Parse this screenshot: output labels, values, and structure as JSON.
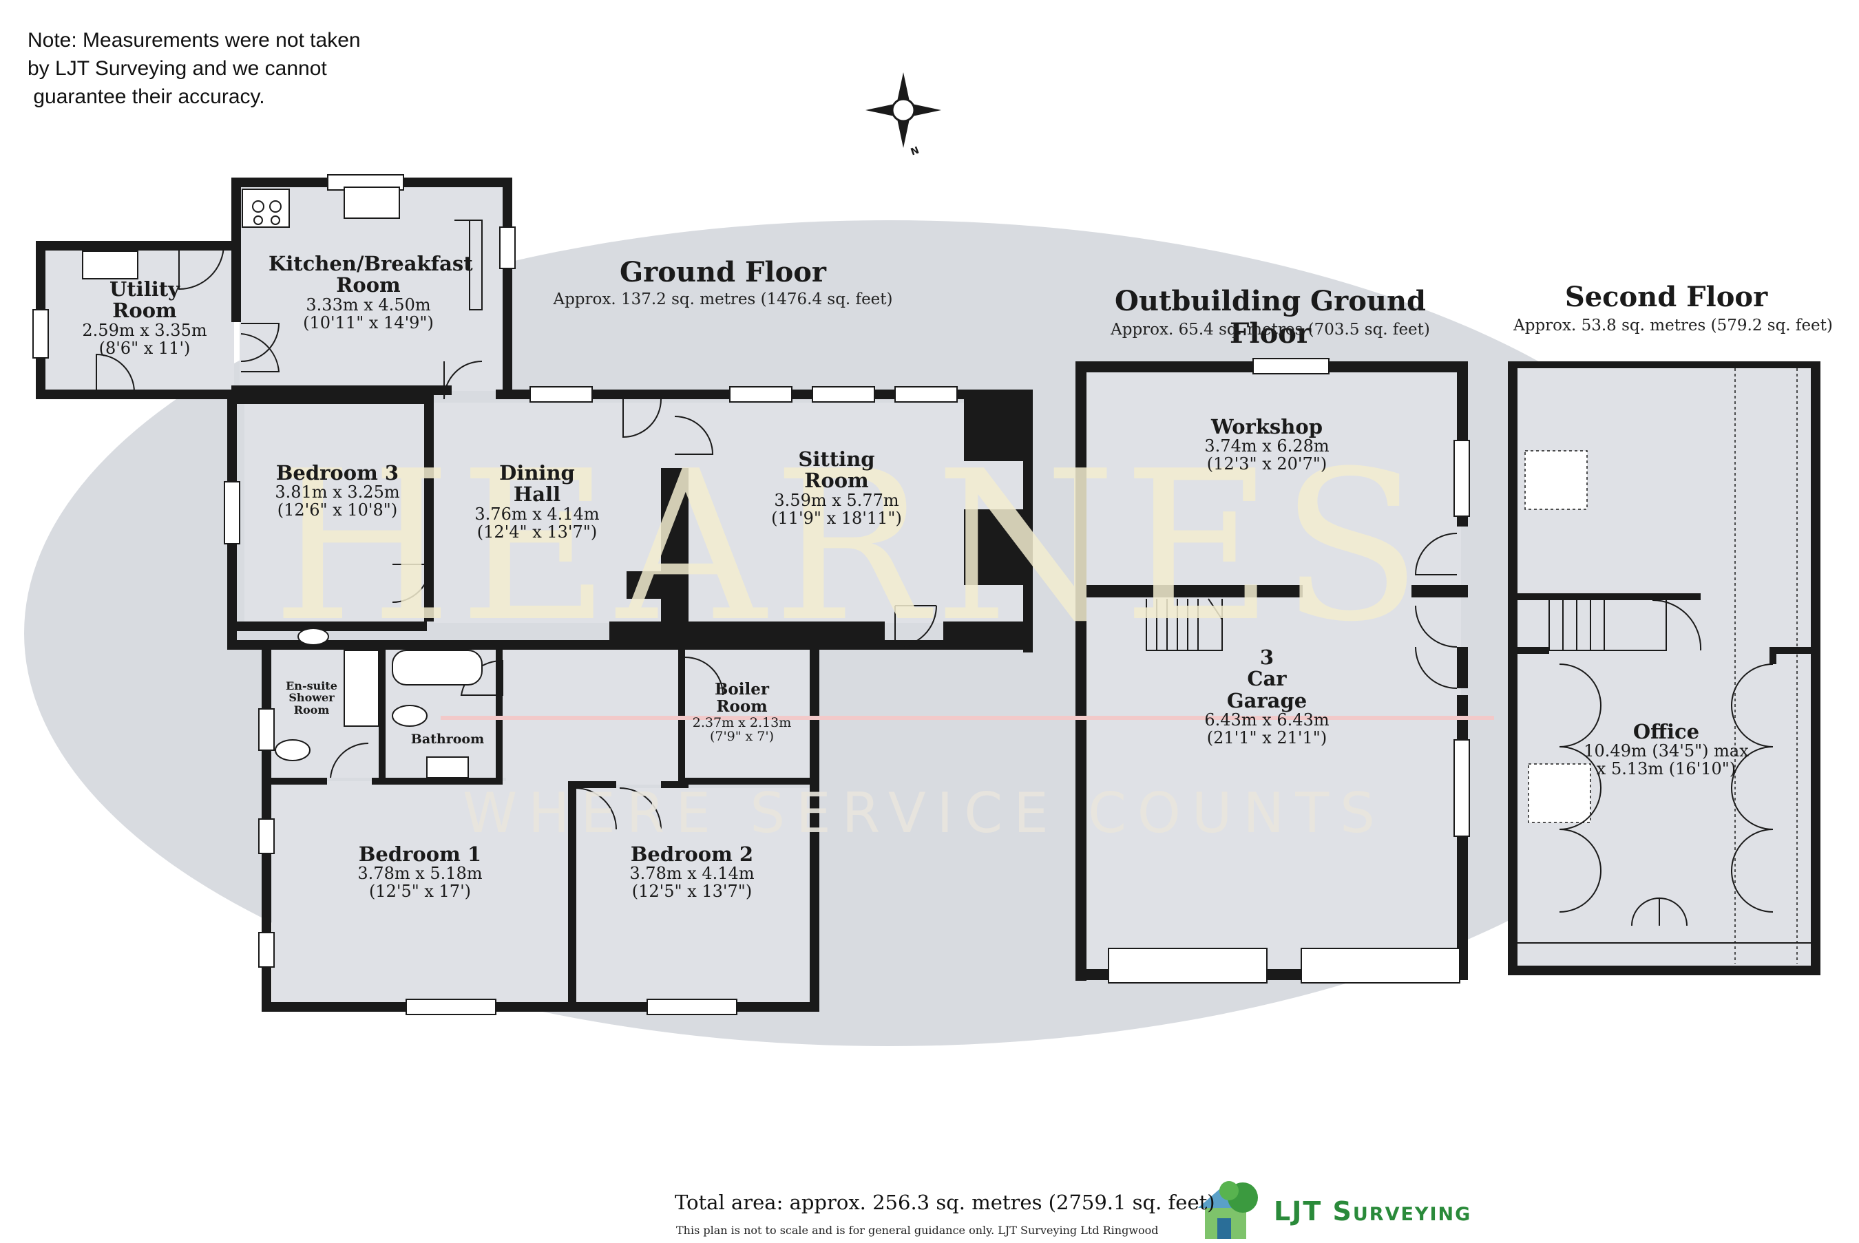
{
  "note": "Note: Measurements were not taken\nby LJT Surveying and we cannot\n guarantee their accuracy.",
  "watermark": {
    "name": "HEARNES",
    "tagline": "WHERE SERVICE COUNTS"
  },
  "compass": {
    "label": "N"
  },
  "floors": {
    "ground": {
      "title": "Ground Floor",
      "area": "Approx. 137.2 sq. metres (1476.4 sq. feet)"
    },
    "outbuilding": {
      "title": "Outbuilding Ground Floor",
      "area": "Approx. 65.4 sq. metres (703.5 sq. feet)"
    },
    "second": {
      "title": "Second Floor",
      "area": "Approx. 53.8 sq. metres (579.2 sq. feet)"
    }
  },
  "rooms": {
    "utility": {
      "name": "Utility\nRoom",
      "dims": "2.59m x 3.35m\n(8'6\" x 11')"
    },
    "kitchen": {
      "name": "Kitchen/Breakfast\nRoom",
      "dims": "3.33m x 4.50m\n(10'11\" x 14'9\")"
    },
    "bedroom3": {
      "name": "Bedroom 3",
      "dims": "3.81m x 3.25m\n(12'6\" x 10'8\")"
    },
    "dining": {
      "name": "Dining\nHall",
      "dims": "3.76m x 4.14m\n(12'4\" x 13'7\")"
    },
    "sitting": {
      "name": "Sitting\nRoom",
      "dims": "3.59m x 5.77m\n(11'9\" x 18'11\")"
    },
    "ensuite": {
      "name": "En-suite\nShower\nRoom"
    },
    "bathroom": {
      "name": "Bathroom"
    },
    "boiler": {
      "name": "Boiler\nRoom",
      "dims": "2.37m x 2.13m\n(7'9\" x 7')"
    },
    "bedroom1": {
      "name": "Bedroom 1",
      "dims": "3.78m x 5.18m\n(12'5\" x 17')"
    },
    "bedroom2": {
      "name": "Bedroom 2",
      "dims": "3.78m x 4.14m\n(12'5\" x 13'7\")"
    },
    "workshop": {
      "name": "Workshop",
      "dims": "3.74m x 6.28m\n(12'3\" x 20'7\")"
    },
    "garage": {
      "name": "3\nCar\nGarage",
      "dims": "6.43m x 6.43m\n(21'1\" x 21'1\")"
    },
    "office": {
      "name": "Office",
      "dims": "10.49m (34'5\") max\nx 5.13m (16'10\")"
    }
  },
  "footer": {
    "total": "Total area: approx. 256.3 sq. metres (2759.1 sq. feet)",
    "disclaimer": "This plan is not to scale and is for general guidance only. LJT Surveying Ltd Ringwood",
    "brand": "LJT Surveying"
  },
  "colors": {
    "wall": "#1a1a1a",
    "floor": "#dfe1e6",
    "watermark_ellipse": "#d8dbe0",
    "brand_green": "#2a8a3a"
  }
}
